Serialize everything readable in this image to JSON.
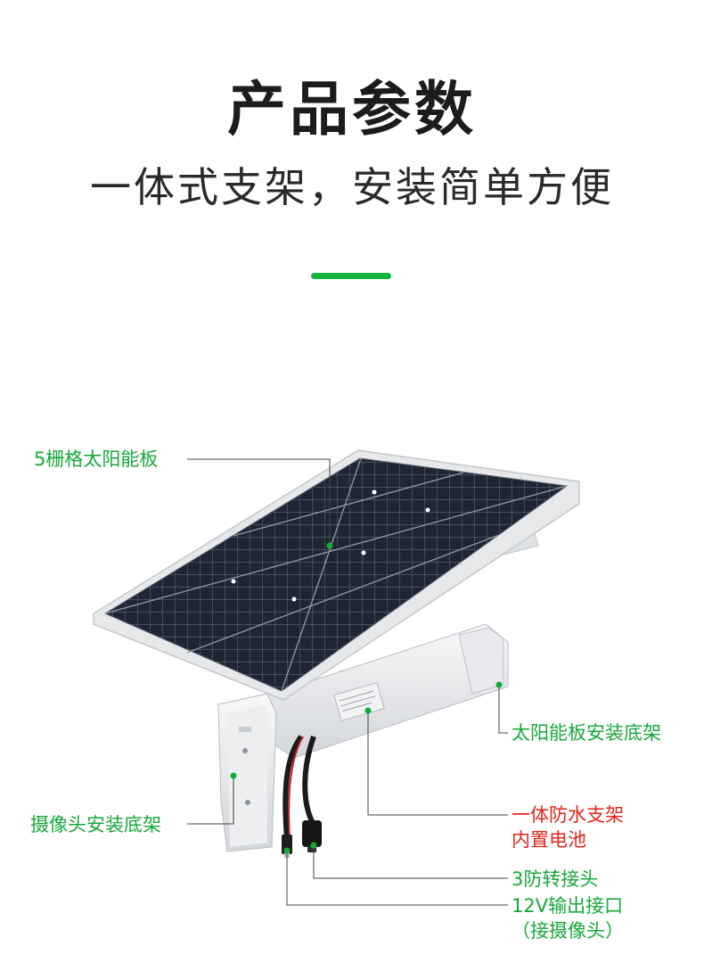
{
  "header": {
    "title": "产品参数",
    "subtitle": "一体式支架，安装简单方便"
  },
  "colors": {
    "accent": "#13b53a",
    "label_green": "#17a83a",
    "label_red": "#e0261a",
    "leader_line": "#444444",
    "panel_cell": "#1f2633",
    "frame": "#e6e8ea"
  },
  "callouts": {
    "solar_panel": "5栅格太阳能板",
    "panel_mount": "太阳能板安装底架",
    "camera_mount": "摄像头安装底架",
    "bracket_line1": "一体防水支架",
    "bracket_line2": "内置电池",
    "connector": "3防转接头",
    "output_line1": "12V输出接口",
    "output_line2": "（接摄像头）"
  }
}
